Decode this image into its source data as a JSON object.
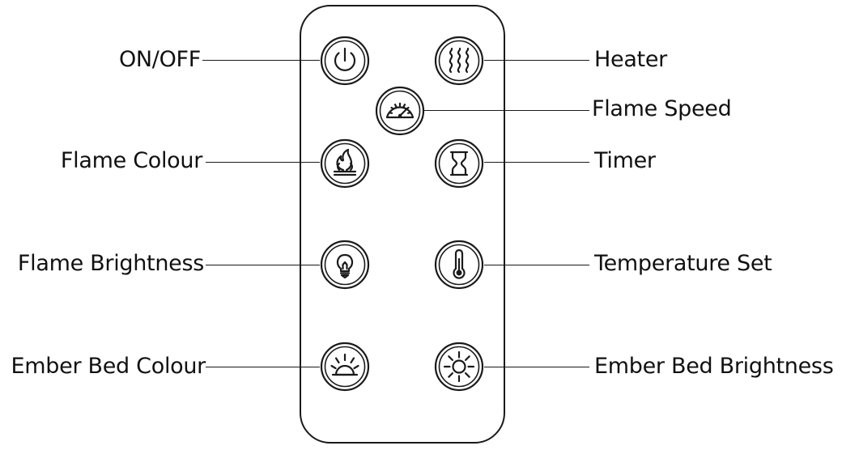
{
  "labels": {
    "on_off": "ON/OFF",
    "heater": "Heater",
    "flame_speed": "Flame Speed",
    "flame_colour": "Flame Colour",
    "timer": "Timer",
    "flame_brightness": "Flame Brightness",
    "temperature_set": "Temperature Set",
    "ember_bed_colour": "Ember Bed Colour",
    "ember_bed_brightness": "Ember Bed Brightness"
  },
  "icons": {
    "on_off": "power-icon",
    "heater": "heat-waves-icon",
    "flame_speed": "speedometer-icon",
    "flame_colour": "flame-icon",
    "timer": "hourglass-icon",
    "flame_brightness": "light-bulb-icon",
    "temperature_set": "thermometer-icon",
    "ember_bed_colour": "half-sun-icon",
    "ember_bed_brightness": "sun-icon"
  },
  "colors": {
    "line": "#1a1a1a",
    "background": "#ffffff"
  }
}
